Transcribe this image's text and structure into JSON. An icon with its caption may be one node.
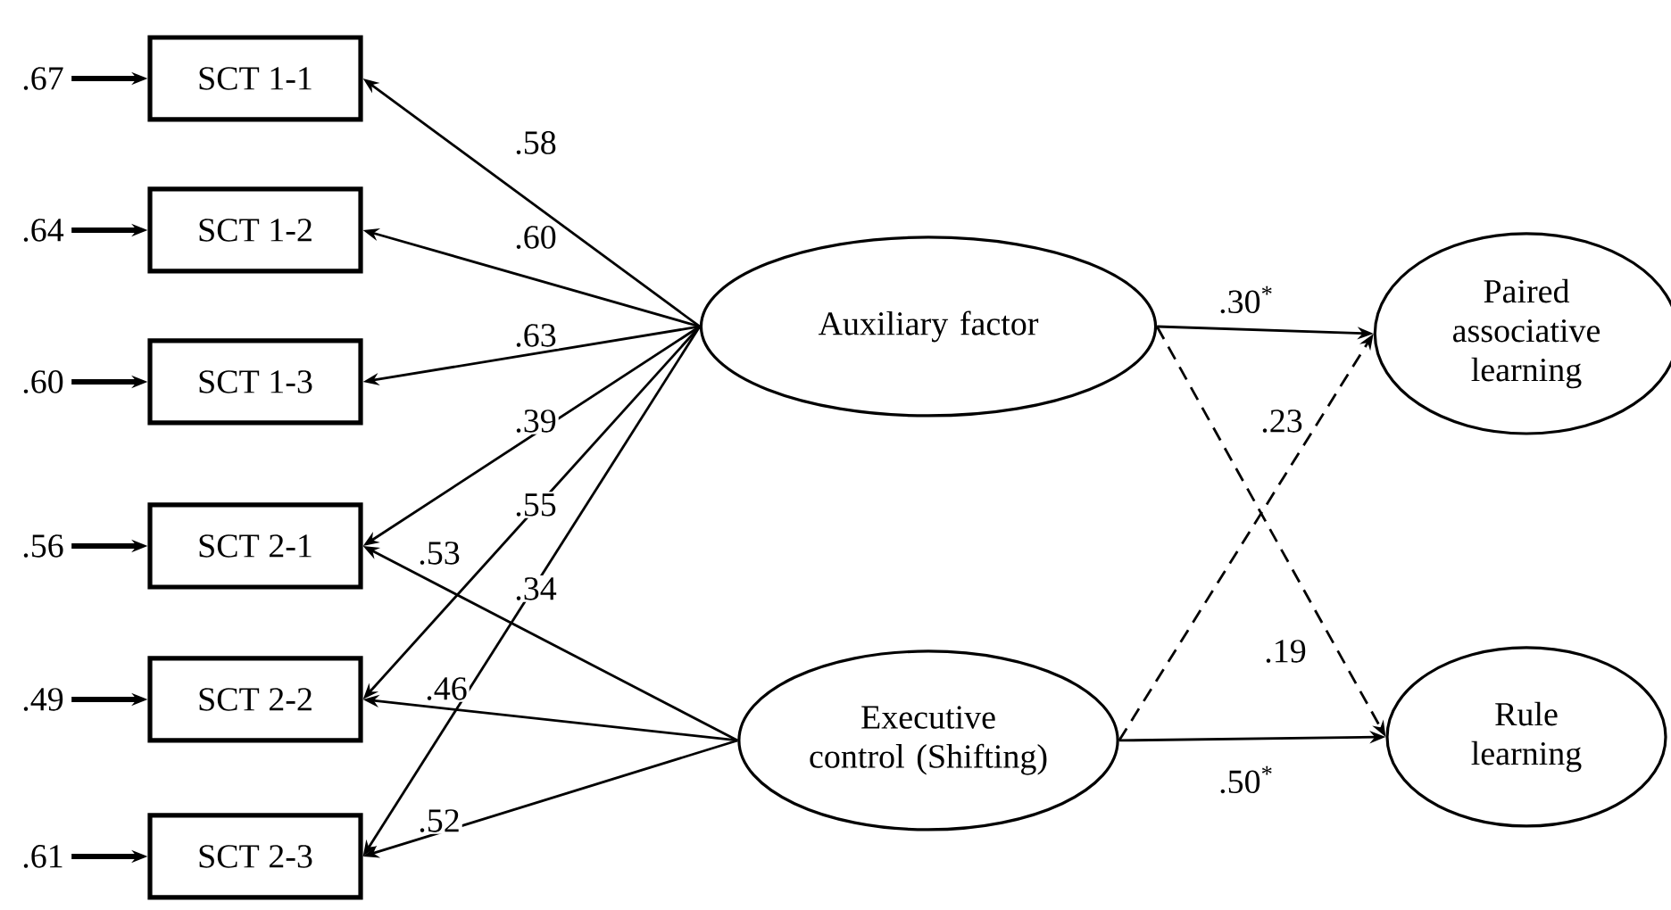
{
  "diagram": {
    "nodes": [
      {
        "text": [
          ".67"
        ]
      },
      {
        "text": [
          ".64"
        ]
      },
      {
        "text": [
          ".60"
        ]
      },
      {
        "text": [
          ".56"
        ]
      },
      {
        "text": [
          ".49"
        ]
      },
      {
        "text": [
          ".61"
        ]
      },
      {
        "text": [
          "SCT 1-1"
        ]
      },
      {
        "text": [
          "SCT 1-2"
        ]
      },
      {
        "text": [
          "SCT 1-3"
        ]
      },
      {
        "text": [
          "SCT 2-1"
        ]
      },
      {
        "text": [
          "SCT 2-2"
        ]
      },
      {
        "text": [
          "SCT 2-3"
        ]
      },
      {
        "text": [
          "Auxiliary factor"
        ]
      },
      {
        "text": [
          "Executive control (Shifting)"
        ]
      },
      {
        "text": [
          "Paired associative learning"
        ]
      },
      {
        "text": [
          "Rule learning"
        ]
      }
    ],
    "edges": [
      {
        "from": 0,
        "to": 6,
        "arrow": "to",
        "style": "thick"
      },
      {
        "from": 1,
        "to": 7,
        "arrow": "to",
        "style": "thick"
      },
      {
        "from": 2,
        "to": 8,
        "arrow": "to",
        "style": "thick"
      },
      {
        "from": 3,
        "to": 9,
        "arrow": "to",
        "style": "thick"
      },
      {
        "from": 4,
        "to": 10,
        "arrow": "to",
        "style": "thick"
      },
      {
        "from": 5,
        "to": 11,
        "arrow": "to",
        "style": "thick"
      },
      {
        "from": 12,
        "to": 6,
        "arrow": "to",
        "label": ".58"
      },
      {
        "from": 12,
        "to": 7,
        "arrow": "to",
        "label": ".60"
      },
      {
        "from": 12,
        "to": 8,
        "arrow": "to",
        "label": ".63"
      },
      {
        "from": 12,
        "to": 9,
        "arrow": "to",
        "label": ".39"
      },
      {
        "from": 12,
        "to": 10,
        "arrow": "to",
        "label": ".55"
      },
      {
        "from": 12,
        "to": 11,
        "arrow": "to",
        "label": ".34"
      },
      {
        "from": 13,
        "to": 9,
        "arrow": "to",
        "label": ".53"
      },
      {
        "from": 13,
        "to": 10,
        "arrow": "to",
        "label": ".46"
      },
      {
        "from": 13,
        "to": 11,
        "arrow": "to",
        "label": ".52"
      },
      {
        "from": 12,
        "to": 14,
        "arrow": "to",
        "label": ".30$^{*}$"
      },
      {
        "from": 13,
        "to": 14,
        "arrow": "to",
        "label": ".23",
        "style": "dashed"
      },
      {
        "from": 12,
        "to": 15,
        "arrow": "to",
        "label": ".19",
        "style": "dashed"
      },
      {
        "from": 13,
        "to": 15,
        "arrow": "to",
        "label": ".50$^{*}$"
      }
    ]
  }
}
